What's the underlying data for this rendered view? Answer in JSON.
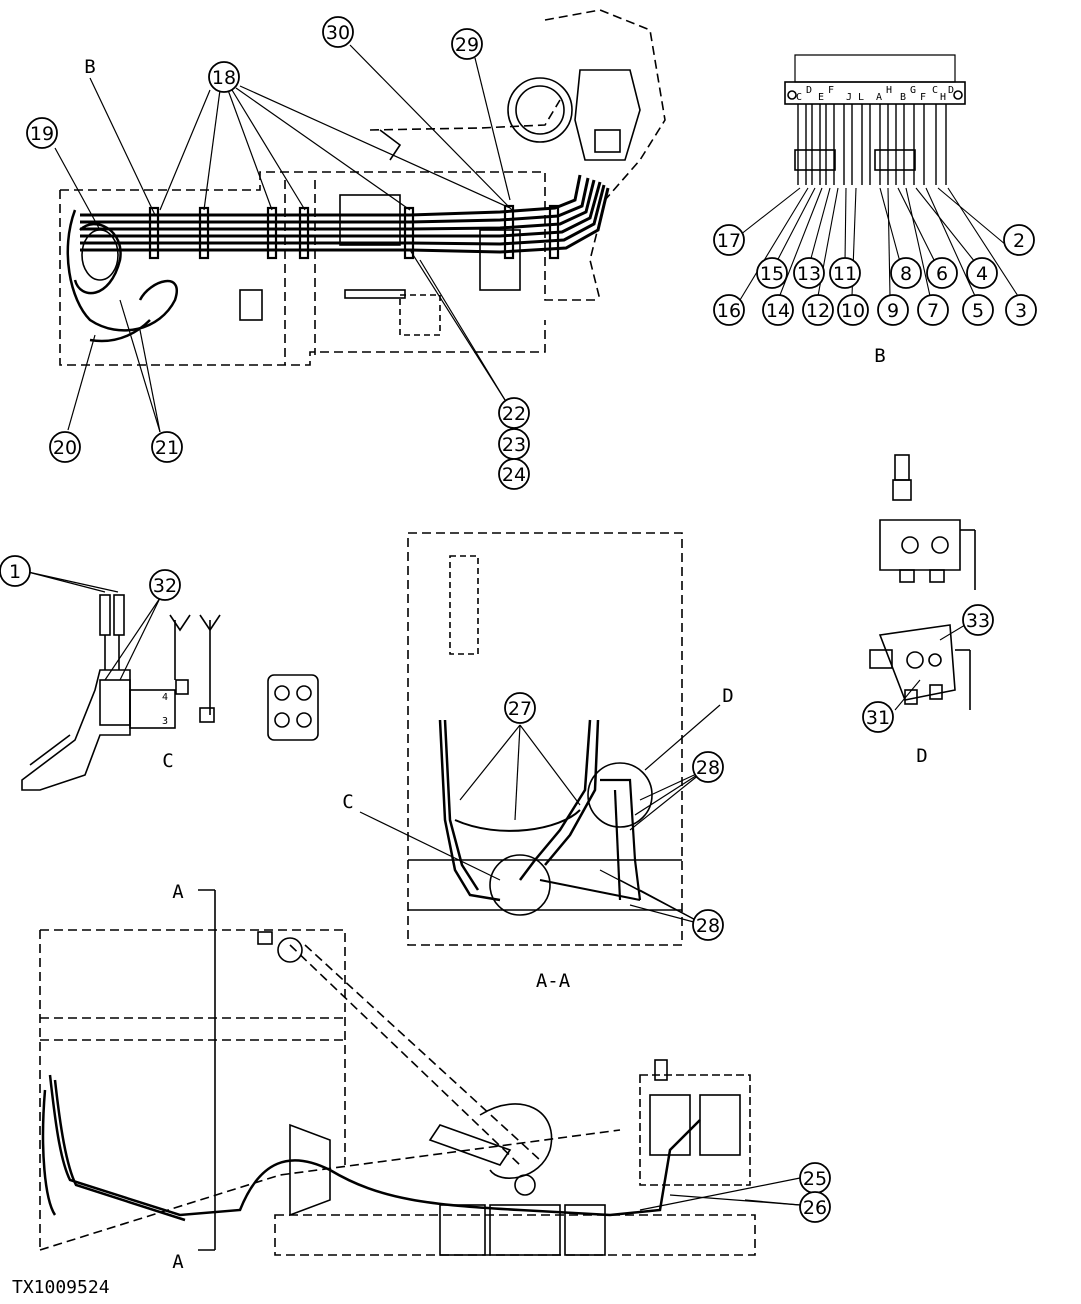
{
  "drawing": {
    "figure_id": "TX1009524",
    "line_color": "#000000",
    "background": "#ffffff"
  },
  "callouts": {
    "c1": "1",
    "c2": "2",
    "c3": "3",
    "c4": "4",
    "c5": "5",
    "c6": "6",
    "c7": "7",
    "c8": "8",
    "c9": "9",
    "c10": "10",
    "c11": "11",
    "c12": "12",
    "c13": "13",
    "c14": "14",
    "c15": "15",
    "c16": "16",
    "c17": "17",
    "c18": "18",
    "c19": "19",
    "c20": "20",
    "c21": "21",
    "c22": "22",
    "c23": "23",
    "c24": "24",
    "c25": "25",
    "c26": "26",
    "c27": "27",
    "c28a": "28",
    "c28b": "28",
    "c29": "29",
    "c30": "30",
    "c31": "31",
    "c32": "32",
    "c33": "33"
  },
  "view_labels": {
    "detail_b_ref": "B",
    "detail_b_caption": "B",
    "detail_c_caption": "C",
    "detail_c_ref": "C",
    "detail_d_caption": "D",
    "detail_d_ref": "D",
    "section_top": "A",
    "section_bottom": "A",
    "section_caption": "A-A"
  },
  "connector_letters": {
    "l1": "C",
    "l2": "D",
    "l3": "E",
    "l4": "F",
    "l5": "J",
    "l6": "L",
    "l7": "A",
    "l8": "H",
    "l9": "B",
    "l10": "G",
    "l11": "F",
    "l12": "C",
    "l13": "H",
    "l14": "D"
  },
  "terminal_labels": {
    "t4": "4",
    "t3": "3"
  }
}
